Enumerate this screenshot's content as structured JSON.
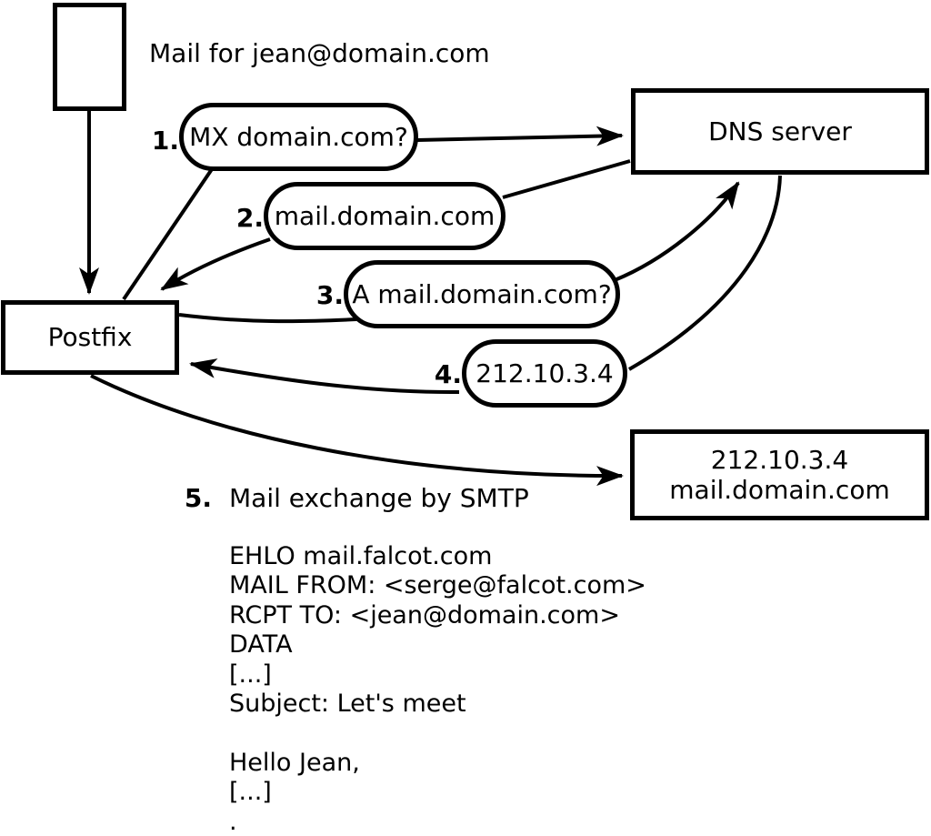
{
  "diagram": {
    "note": "Mail for jean@domain.com",
    "nodes": {
      "postfix": {
        "label": "Postfix"
      },
      "dns": {
        "label": "DNS server"
      },
      "mailserver": {
        "line1": "212.10.3.4",
        "line2": "mail.domain.com"
      }
    },
    "steps": [
      {
        "num": "1.",
        "label": "MX domain.com?"
      },
      {
        "num": "2.",
        "label": "mail.domain.com"
      },
      {
        "num": "3.",
        "label": "A mail.domain.com?"
      },
      {
        "num": "4.",
        "label": "212.10.3.4"
      },
      {
        "num": "5.",
        "label": "Mail exchange by SMTP"
      }
    ],
    "smtp_session": {
      "lines": [
        "EHLO mail.falcot.com",
        "MAIL FROM: <serge@falcot.com>",
        "RCPT TO: <jean@domain.com>",
        "DATA",
        "[...]",
        "Subject: Let's meet",
        "",
        "Hello Jean,",
        "[...]",
        "."
      ]
    },
    "colors": {
      "stroke": "#000000",
      "background": "#ffffff"
    }
  }
}
